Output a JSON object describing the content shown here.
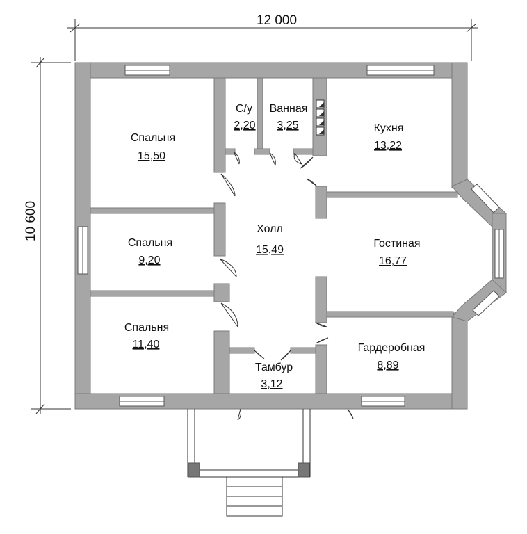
{
  "dimensions": {
    "width": "12 000",
    "height": "10 600"
  },
  "rooms": [
    {
      "key": "bedroom-1",
      "name": "Спальня",
      "area": "15,50"
    },
    {
      "key": "wc",
      "name": "С/у",
      "area": "2,20"
    },
    {
      "key": "bathroom",
      "name": "Ванная",
      "area": "3,25"
    },
    {
      "key": "kitchen",
      "name": "Кухня",
      "area": "13,22"
    },
    {
      "key": "bedroom-2",
      "name": "Спальня",
      "area": "9,20"
    },
    {
      "key": "hall",
      "name": "Холл",
      "area": "15,49"
    },
    {
      "key": "living-room",
      "name": "Гостиная",
      "area": "16,77"
    },
    {
      "key": "bedroom-3",
      "name": "Спальня",
      "area": "11,40"
    },
    {
      "key": "wardrobe",
      "name": "Гардеробная",
      "area": "8,89"
    },
    {
      "key": "vestibule",
      "name": "Тамбур",
      "area": "3,12"
    }
  ],
  "colors": {
    "wall_fill": "#a6a6a6",
    "wall_stroke": "#7a7a7a",
    "line": "#333333",
    "background": "#ffffff"
  }
}
